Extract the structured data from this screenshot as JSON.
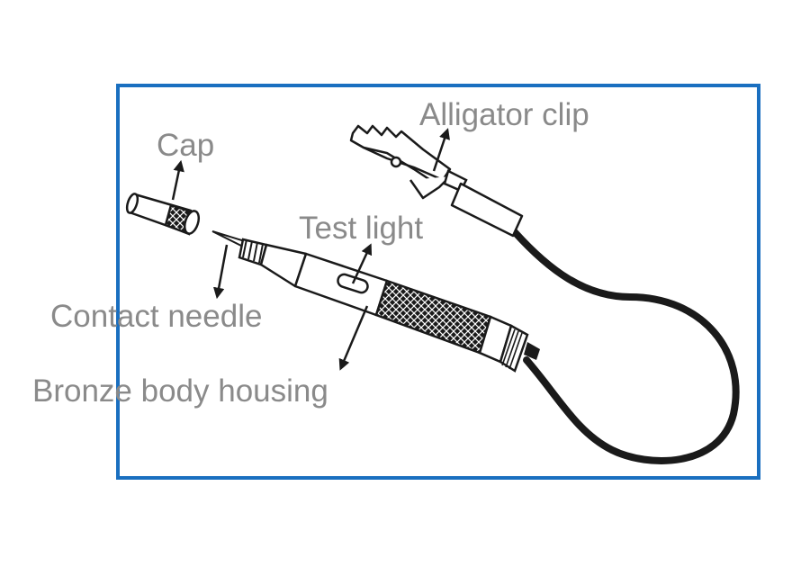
{
  "diagram": {
    "frame_color": "#1a6fc0",
    "label_color": "#8a8a8a",
    "labels": {
      "alligator_clip": "Alligator clip",
      "cap": "Cap",
      "test_light": "Test light",
      "contact_needle": "Contact needle",
      "body_housing": "Bronze body housing"
    }
  }
}
